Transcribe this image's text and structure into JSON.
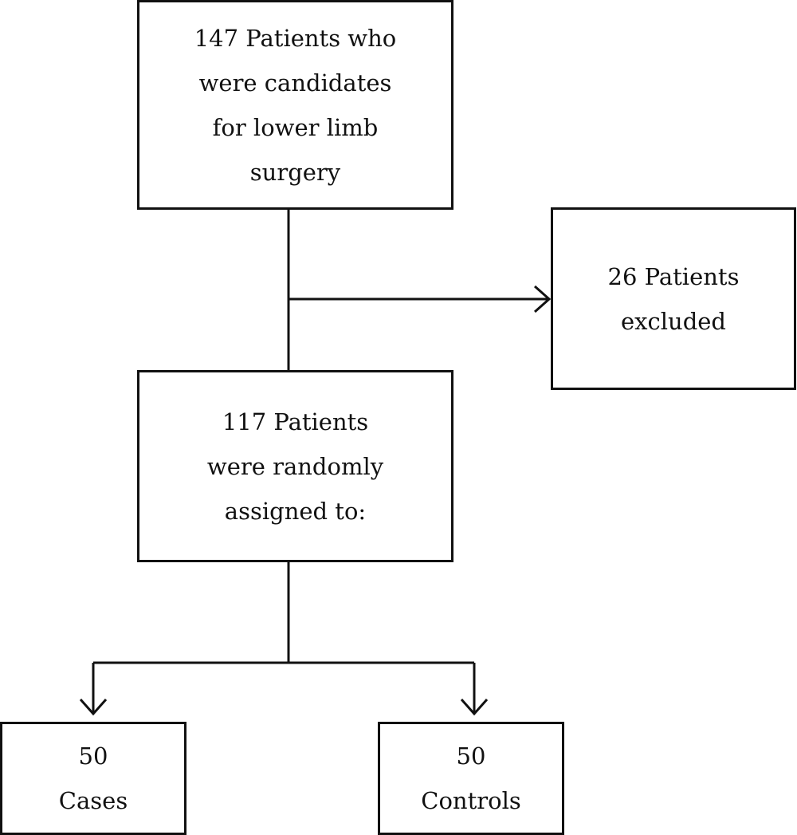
{
  "diagram": {
    "type": "flowchart",
    "colors": {
      "stroke": "#111111",
      "background": "#ffffff"
    },
    "nodes": {
      "screened": {
        "lines": [
          "147 Patients who",
          "were candidates",
          "for lower limb",
          "surgery"
        ]
      },
      "excluded": {
        "lines": [
          "26 Patients",
          "excluded"
        ]
      },
      "randomized": {
        "lines": [
          "117 Patients",
          "were randomly",
          "assigned to:"
        ]
      },
      "cases": {
        "lines": [
          "50",
          "Cases"
        ]
      },
      "controls": {
        "lines": [
          "50",
          "Controls"
        ]
      }
    },
    "edges": [
      {
        "from": "screened",
        "to": "randomized",
        "style": "line"
      },
      {
        "from": "screened",
        "to": "excluded",
        "style": "arrow"
      },
      {
        "from": "randomized",
        "to": "cases",
        "style": "arrow"
      },
      {
        "from": "randomized",
        "to": "controls",
        "style": "arrow"
      }
    ]
  }
}
